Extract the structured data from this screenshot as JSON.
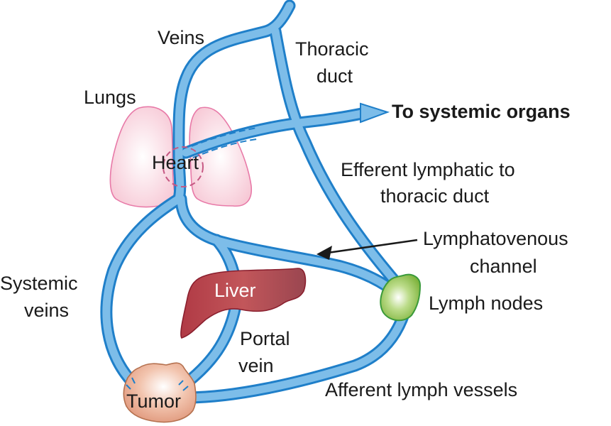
{
  "title": "Tumor metastasis pathways via blood and lymphatic vessels",
  "labels": {
    "veins": "Veins",
    "thoracic_duct_line1": "Thoracic",
    "thoracic_duct_line2": "duct",
    "lungs": "Lungs",
    "heart": "Heart",
    "to_systemic_organs": "To systemic organs",
    "efferent_line1": "Efferent lymphatic to",
    "efferent_line2": "thoracic duct",
    "lymphatovenous_line1": "Lymphatovenous",
    "lymphatovenous_line2": "channel",
    "systemic_veins_line1": "Systemic",
    "systemic_veins_line2": "veins",
    "liver": "Liver",
    "lymph_nodes": "Lymph nodes",
    "portal_vein_line1": "Portal",
    "portal_vein_line2": "vein",
    "tumor": "Tumor",
    "afferent_lymph_vessels": "Afferent lymph vessels"
  },
  "colors": {
    "vessel_fill": "#7dbde9",
    "vessel_outline": "#1f7fc9",
    "lung_fill": "#fbe3ea",
    "lung_outline": "#e87aa8",
    "liver_fill": "#b54a52",
    "lymph_node_fill": "#8fc24a",
    "tumor_fill": "#e8a88e"
  }
}
